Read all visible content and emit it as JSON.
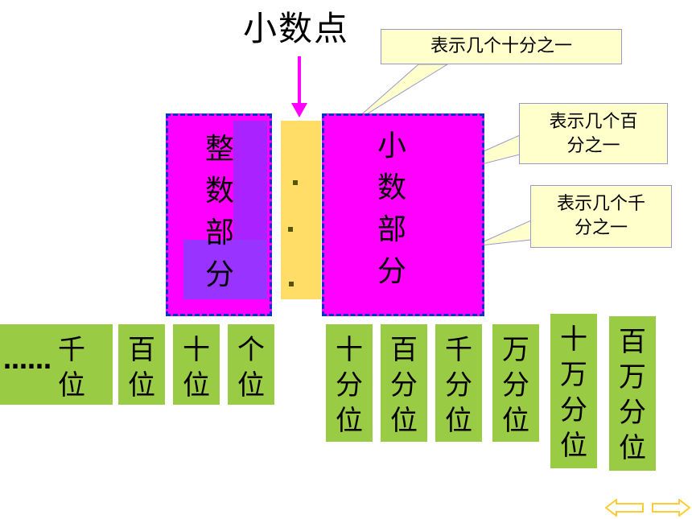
{
  "title": "小数点",
  "integer_part_label": [
    "整",
    "数",
    "部",
    "分"
  ],
  "decimal_part_label": [
    "小",
    "数",
    "部",
    "分"
  ],
  "callouts": {
    "tenths": "表示几个十分之一",
    "hundredths": [
      "表示几个百",
      "分之一"
    ],
    "thousandths": [
      "表示几个千",
      "分之一"
    ]
  },
  "integer_places": {
    "ellipsis": "……",
    "thousands": [
      "千",
      "位"
    ],
    "hundreds": [
      "百",
      "位"
    ],
    "tens": [
      "十",
      "位"
    ],
    "ones": [
      "个",
      "位"
    ]
  },
  "decimal_places": [
    [
      "十",
      "分",
      "位"
    ],
    [
      "百",
      "分",
      "位"
    ],
    [
      "千",
      "分",
      "位"
    ],
    [
      "万",
      "分",
      "位"
    ],
    [
      "十",
      "万",
      "分",
      "位"
    ],
    [
      "百",
      "万",
      "分",
      "位"
    ]
  ],
  "colors": {
    "block": "#ff00ff",
    "block_border": "#0033cc",
    "decimal_strip": "#ffdd66",
    "tile": "#99cc44",
    "callout_bg": "#ffffcc",
    "arrow": "#ff00ff",
    "nav": "#ffcc33"
  },
  "nav": {
    "prev_icon": "left-arrow-icon",
    "next_icon": "right-arrow-icon"
  }
}
